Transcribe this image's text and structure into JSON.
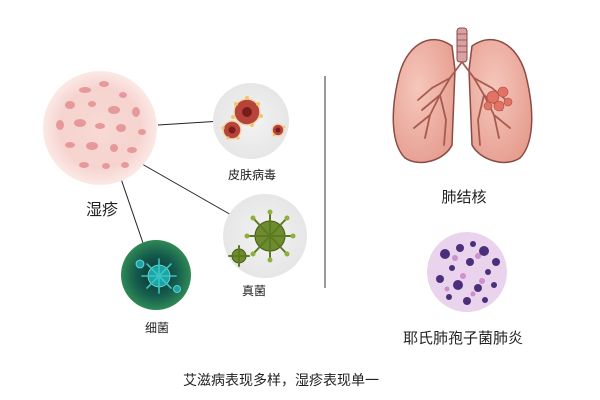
{
  "left_panel": {
    "eczema_label": "湿疹",
    "virus_label": "皮肤病毒",
    "fungus_label": "真菌",
    "bacteria_label": "细菌"
  },
  "right_panel": {
    "tb_label": "肺结核",
    "pcp_label": "耶氏肺孢子菌肺炎"
  },
  "caption": "艾滋病表现多样，湿疹表现单一",
  "colors": {
    "eczema_base": "#f6d3cf",
    "eczema_spots": "#e48f92",
    "virus_red": "#b7443a",
    "fungus_green": "#6f8b2f",
    "bacteria_teal": "#1aa6a6",
    "lung_fill": "#f0b9ad",
    "lung_outline": "#8a4b45",
    "pcp_purple": "#4b2f7a",
    "divider": "#555555"
  },
  "icons": [
    "eczema-skin-icon",
    "skin-virus-icon",
    "fungus-icon",
    "bacteria-icon",
    "lung-icon",
    "pcp-cells-icon"
  ]
}
